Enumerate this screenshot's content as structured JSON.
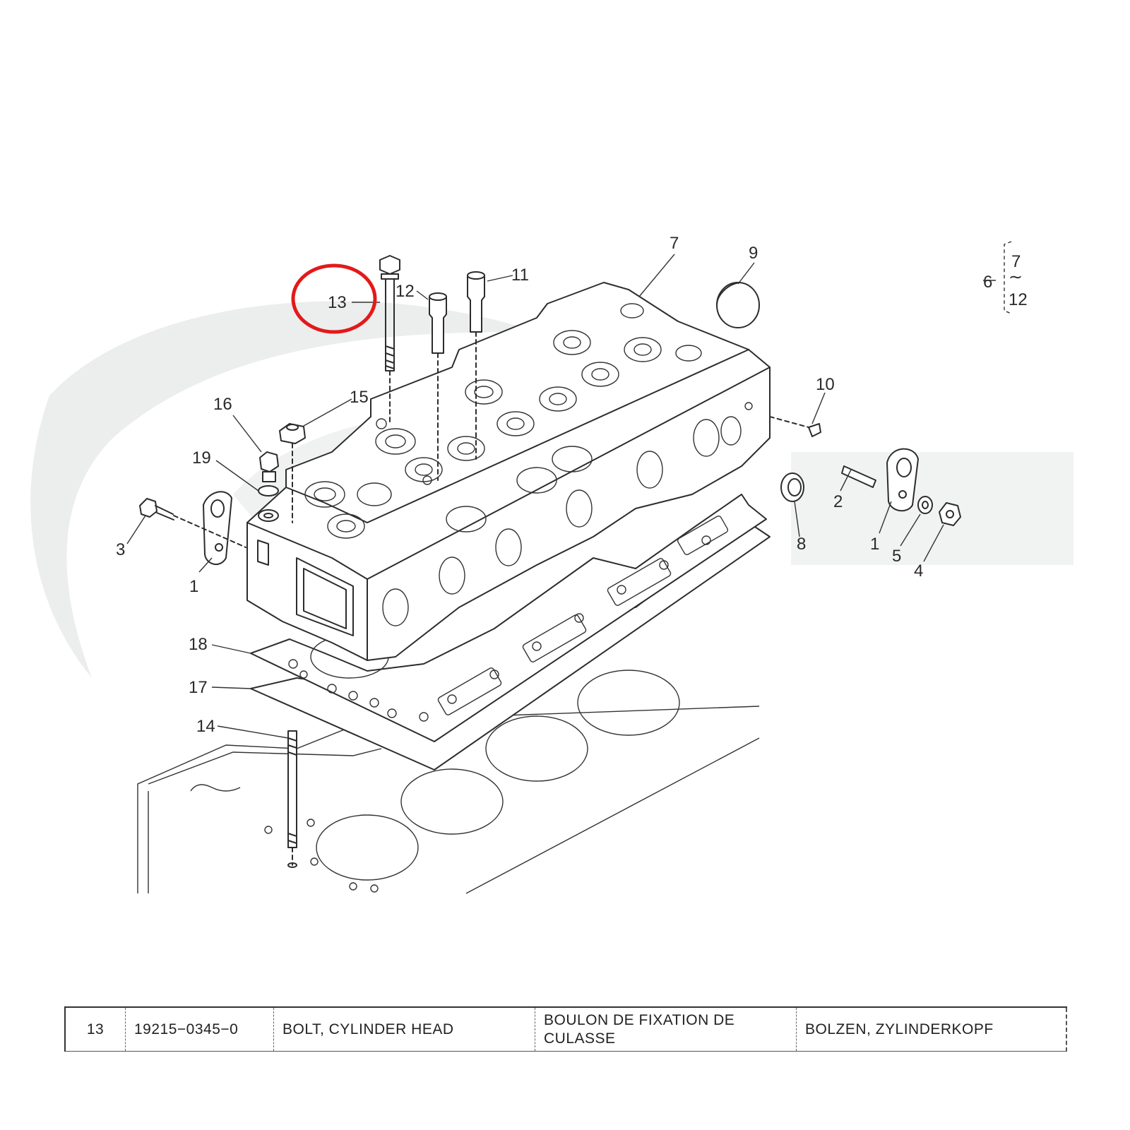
{
  "callouts": {
    "c1a": "1",
    "c1b": "1",
    "c2": "2",
    "c3": "3",
    "c4": "4",
    "c5": "5",
    "c6": "6",
    "c7": "7",
    "c8": "8",
    "c9": "9",
    "c10": "10",
    "c11": "11",
    "c12": "12",
    "c13": "13",
    "c14": "14",
    "c15": "15",
    "c16": "16",
    "c17": "17",
    "c18": "18",
    "c19": "19",
    "group_top": "7",
    "group_sep": "∼",
    "group_bottom": "12"
  },
  "highlight": {
    "item": "13",
    "color": "#e21a1a"
  },
  "part_row": {
    "item_no": "13",
    "part_number": "19215−0345−0",
    "name_en": "BOLT, CYLINDER HEAD",
    "name_fr_line1": "BOULON DE FIXATION DE",
    "name_fr_line2": "CULASSE",
    "name_de": "BOLZEN, ZYLINDERKOPF"
  },
  "colors": {
    "line": "#2c2c2c",
    "watermark": "#e9eaeb",
    "background": "#ffffff"
  }
}
